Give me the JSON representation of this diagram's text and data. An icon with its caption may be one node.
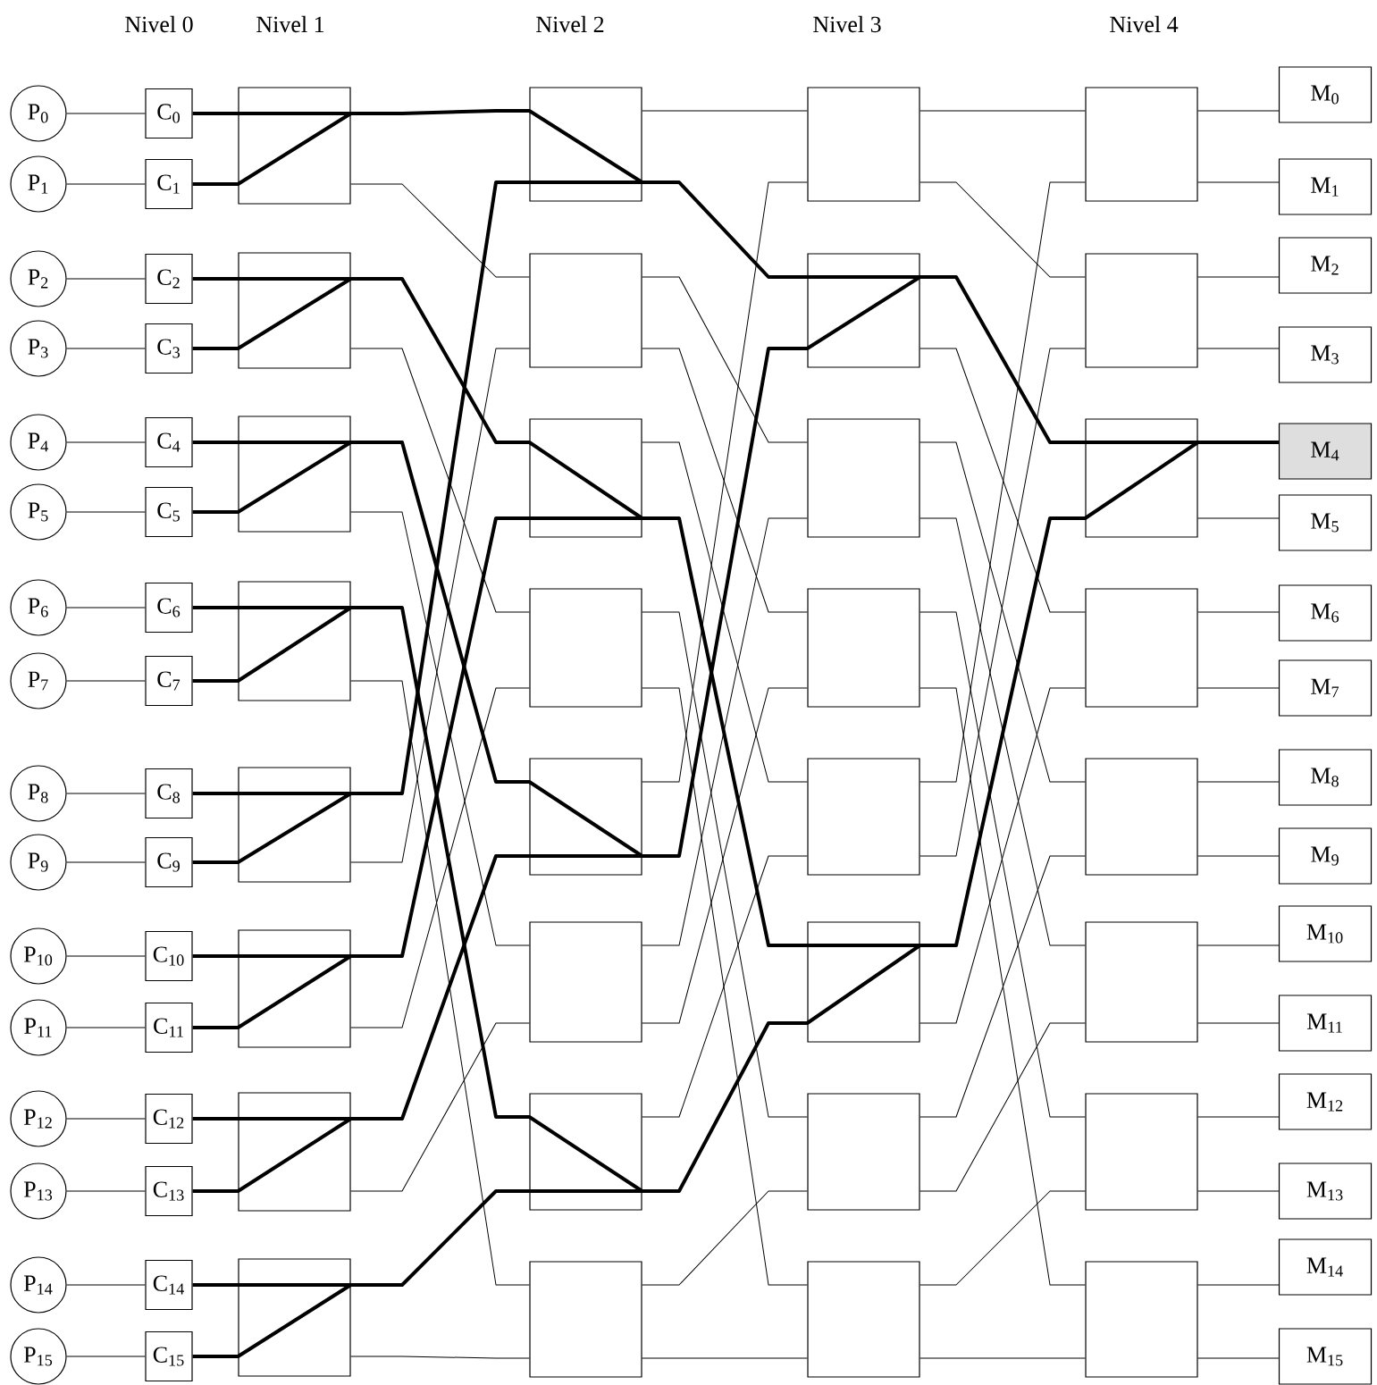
{
  "diagram": {
    "nodes": [
      {
        "text": [
          "P$_{0}$"
        ]
      },
      {
        "text": [
          "P$_{1}$"
        ]
      },
      {
        "text": [
          "P$_{2}$"
        ]
      },
      {
        "text": [
          "P$_{3}$"
        ]
      },
      {
        "text": [
          "P$_{4}$"
        ]
      },
      {
        "text": [
          "P$_{5}$"
        ]
      },
      {
        "text": [
          "P$_{6}$"
        ]
      },
      {
        "text": [
          "P$_{7}$"
        ]
      },
      {
        "text": [
          "P$_{8}$"
        ]
      },
      {
        "text": [
          "P$_{9}$"
        ]
      },
      {
        "text": [
          "P$_{10}$"
        ]
      },
      {
        "text": [
          "P$_{11}$"
        ]
      },
      {
        "text": [
          "P$_{12}$"
        ]
      },
      {
        "text": [
          "P$_{13}$"
        ]
      },
      {
        "text": [
          "P$_{14}$"
        ]
      },
      {
        "text": [
          "P$_{15}$"
        ]
      },
      {
        "text": [
          "C$_{0}$"
        ]
      },
      {
        "text": [
          "C$_{1}$"
        ]
      },
      {
        "text": [
          "C$_{2}$"
        ]
      },
      {
        "text": [
          "C$_{3}$"
        ]
      },
      {
        "text": [
          "C$_{4}$"
        ]
      },
      {
        "text": [
          "C$_{5}$"
        ]
      },
      {
        "text": [
          "C$_{6}$"
        ]
      },
      {
        "text": [
          "C$_{7}$"
        ]
      },
      {
        "text": [
          "C$_{8}$"
        ]
      },
      {
        "text": [
          "C$_{9}$"
        ]
      },
      {
        "text": [
          "C$_{10}$"
        ]
      },
      {
        "text": [
          "C$_{11}$"
        ]
      },
      {
        "text": [
          "C$_{12}$"
        ]
      },
      {
        "text": [
          "C$_{13}$"
        ]
      },
      {
        "text": [
          "C$_{14}$"
        ]
      },
      {
        "text": [
          "C$_{15}$"
        ]
      },
      {
        "text": [],
        "shape": "box"
      },
      {
        "text": [],
        "shape": "box"
      },
      {
        "text": [],
        "shape": "box"
      },
      {
        "text": [],
        "shape": "box"
      },
      {
        "text": [],
        "shape": "box"
      },
      {
        "text": [],
        "shape": "box"
      },
      {
        "text": [],
        "shape": "box"
      },
      {
        "text": [],
        "shape": "box"
      },
      {
        "text": [],
        "shape": "box"
      },
      {
        "text": [],
        "shape": "box"
      },
      {
        "text": [],
        "shape": "box"
      },
      {
        "text": [],
        "shape": "box"
      },
      {
        "text": [],
        "shape": "box"
      },
      {
        "text": [],
        "shape": "box"
      },
      {
        "text": [],
        "shape": "box"
      },
      {
        "text": [],
        "shape": "box"
      },
      {
        "text": [],
        "shape": "box"
      },
      {
        "text": [],
        "shape": "box"
      },
      {
        "text": [],
        "shape": "box"
      },
      {
        "text": [],
        "shape": "box"
      },
      {
        "text": [],
        "shape": "box"
      },
      {
        "text": [],
        "shape": "box"
      },
      {
        "text": [],
        "shape": "box"
      },
      {
        "text": [],
        "shape": "box"
      },
      {
        "text": [],
        "shape": "box"
      },
      {
        "text": [],
        "shape": "box"
      },
      {
        "text": [],
        "shape": "box"
      },
      {
        "text": [],
        "shape": "box"
      },
      {
        "text": [],
        "shape": "box"
      },
      {
        "text": [],
        "shape": "box"
      },
      {
        "text": [],
        "shape": "box"
      },
      {
        "text": [],
        "shape": "box"
      },
      {
        "text": [
          "M$_{0}$"
        ]
      },
      {
        "text": [
          "M$_{1}$"
        ]
      },
      {
        "text": [
          "M$_{2}$"
        ]
      },
      {
        "text": [
          "M$_{3}$"
        ]
      },
      {
        "text": [
          "M$_{4}$"
        ]
      },
      {
        "text": [
          "M$_{5}$"
        ]
      },
      {
        "text": [
          "M$_{6}$"
        ]
      },
      {
        "text": [
          "M$_{7}$"
        ]
      },
      {
        "text": [
          "M$_{8}$"
        ]
      },
      {
        "text": [
          "M$_{9}$"
        ]
      },
      {
        "text": [
          "M$_{10}$"
        ]
      },
      {
        "text": [
          "M$_{11}$"
        ]
      },
      {
        "text": [
          "M$_{12}$"
        ]
      },
      {
        "text": [
          "M$_{13}$"
        ]
      },
      {
        "text": [
          "M$_{14}$"
        ]
      },
      {
        "text": [
          "M$_{15}$"
        ]
      }
    ],
    "edges": [
      {
        "from": 0,
        "to": 16,
        "arrow": "none"
      },
      {
        "from": 1,
        "to": 17,
        "arrow": "none"
      },
      {
        "from": 2,
        "to": 18,
        "arrow": "none"
      },
      {
        "from": 3,
        "to": 19,
        "arrow": "none"
      },
      {
        "from": 4,
        "to": 20,
        "arrow": "none"
      },
      {
        "from": 5,
        "to": 21,
        "arrow": "none"
      },
      {
        "from": 6,
        "to": 22,
        "arrow": "none"
      },
      {
        "from": 7,
        "to": 23,
        "arrow": "none"
      },
      {
        "from": 8,
        "to": 24,
        "arrow": "none"
      },
      {
        "from": 9,
        "to": 25,
        "arrow": "none"
      },
      {
        "from": 10,
        "to": 26,
        "arrow": "none"
      },
      {
        "from": 11,
        "to": 27,
        "arrow": "none"
      },
      {
        "from": 12,
        "to": 28,
        "arrow": "none"
      },
      {
        "from": 13,
        "to": 29,
        "arrow": "none"
      },
      {
        "from": 14,
        "to": 30,
        "arrow": "none"
      },
      {
        "from": 15,
        "to": 31,
        "arrow": "none"
      },
      {
        "from": 16,
        "to": 32,
        "arrow": "none",
        "style": "thick"
      },
      {
        "from": 17,
        "to": 32,
        "arrow": "none",
        "style": "thick"
      },
      {
        "from": 18,
        "to": 33,
        "arrow": "none",
        "style": "thick"
      },
      {
        "from": 19,
        "to": 33,
        "arrow": "none",
        "style": "thick"
      },
      {
        "from": 20,
        "to": 34,
        "arrow": "none",
        "style": "thick"
      },
      {
        "from": 21,
        "to": 34,
        "arrow": "none",
        "style": "thick"
      },
      {
        "from": 22,
        "to": 35,
        "arrow": "none",
        "style": "thick"
      },
      {
        "from": 23,
        "to": 35,
        "arrow": "none",
        "style": "thick"
      },
      {
        "from": 24,
        "to": 36,
        "arrow": "none",
        "style": "thick"
      },
      {
        "from": 25,
        "to": 36,
        "arrow": "none",
        "style": "thick"
      },
      {
        "from": 26,
        "to": 37,
        "arrow": "none",
        "style": "thick"
      },
      {
        "from": 27,
        "to": 37,
        "arrow": "none",
        "style": "thick"
      },
      {
        "from": 28,
        "to": 38,
        "arrow": "none",
        "style": "thick"
      },
      {
        "from": 29,
        "to": 38,
        "arrow": "none",
        "style": "thick"
      },
      {
        "from": 30,
        "to": 39,
        "arrow": "none",
        "style": "thick"
      },
      {
        "from": 31,
        "to": 39,
        "arrow": "none",
        "style": "thick"
      },
      {
        "from": 32,
        "to": 40,
        "arrow": "none",
        "style": "thick"
      },
      {
        "from": 32,
        "to": 41,
        "arrow": "none"
      },
      {
        "from": 33,
        "to": 42,
        "arrow": "none",
        "style": "thick"
      },
      {
        "from": 33,
        "to": 43,
        "arrow": "none"
      },
      {
        "from": 34,
        "to": 44,
        "arrow": "none",
        "style": "thick"
      },
      {
        "from": 34,
        "to": 45,
        "arrow": "none"
      },
      {
        "from": 35,
        "to": 46,
        "arrow": "none",
        "style": "thick"
      },
      {
        "from": 35,
        "to": 47,
        "arrow": "none"
      },
      {
        "from": 36,
        "to": 40,
        "arrow": "none",
        "style": "thick"
      },
      {
        "from": 36,
        "to": 41,
        "arrow": "none"
      },
      {
        "from": 37,
        "to": 42,
        "arrow": "none",
        "style": "thick"
      },
      {
        "from": 37,
        "to": 43,
        "arrow": "none"
      },
      {
        "from": 38,
        "to": 44,
        "arrow": "none",
        "style": "thick"
      },
      {
        "from": 38,
        "to": 45,
        "arrow": "none"
      },
      {
        "from": 39,
        "to": 46,
        "arrow": "none",
        "style": "thick"
      },
      {
        "from": 39,
        "to": 47,
        "arrow": "none"
      },
      {
        "from": 40,
        "to": 48,
        "arrow": "none"
      },
      {
        "from": 40,
        "to": 49,
        "arrow": "none",
        "style": "thick"
      },
      {
        "from": 41,
        "to": 50,
        "arrow": "none"
      },
      {
        "from": 41,
        "to": 51,
        "arrow": "none"
      },
      {
        "from": 42,
        "to": 52,
        "arrow": "none"
      },
      {
        "from": 42,
        "to": 53,
        "arrow": "none",
        "style": "thick"
      },
      {
        "from": 43,
        "to": 54,
        "arrow": "none"
      },
      {
        "from": 43,
        "to": 55,
        "arrow": "none"
      },
      {
        "from": 44,
        "to": 48,
        "arrow": "none"
      },
      {
        "from": 44,
        "to": 49,
        "arrow": "none",
        "style": "thick"
      },
      {
        "from": 45,
        "to": 50,
        "arrow": "none"
      },
      {
        "from": 45,
        "to": 51,
        "arrow": "none"
      },
      {
        "from": 46,
        "to": 52,
        "arrow": "none"
      },
      {
        "from": 46,
        "to": 53,
        "arrow": "none",
        "style": "thick"
      },
      {
        "from": 47,
        "to": 54,
        "arrow": "none"
      },
      {
        "from": 47,
        "to": 55,
        "arrow": "none"
      },
      {
        "from": 48,
        "to": 56,
        "arrow": "none"
      },
      {
        "from": 48,
        "to": 57,
        "arrow": "none"
      },
      {
        "from": 49,
        "to": 58,
        "arrow": "none",
        "style": "thick"
      },
      {
        "from": 49,
        "to": 59,
        "arrow": "none"
      },
      {
        "from": 50,
        "to": 60,
        "arrow": "none"
      },
      {
        "from": 50,
        "to": 61,
        "arrow": "none"
      },
      {
        "from": 51,
        "to": 62,
        "arrow": "none"
      },
      {
        "from": 51,
        "to": 63,
        "arrow": "none"
      },
      {
        "from": 52,
        "to": 56,
        "arrow": "none"
      },
      {
        "from": 52,
        "to": 57,
        "arrow": "none"
      },
      {
        "from": 53,
        "to": 58,
        "arrow": "none",
        "style": "thick"
      },
      {
        "from": 53,
        "to": 59,
        "arrow": "none"
      },
      {
        "from": 54,
        "to": 60,
        "arrow": "none"
      },
      {
        "from": 54,
        "to": 61,
        "arrow": "none"
      },
      {
        "from": 55,
        "to": 62,
        "arrow": "none"
      },
      {
        "from": 55,
        "to": 63,
        "arrow": "none"
      },
      {
        "from": 56,
        "to": 64,
        "arrow": "none"
      },
      {
        "from": 56,
        "to": 65,
        "arrow": "none"
      },
      {
        "from": 57,
        "to": 66,
        "arrow": "none"
      },
      {
        "from": 57,
        "to": 67,
        "arrow": "none"
      },
      {
        "from": 58,
        "to": 68,
        "arrow": "none",
        "style": "thick"
      },
      {
        "from": 58,
        "to": 69,
        "arrow": "none"
      },
      {
        "from": 59,
        "to": 70,
        "arrow": "none"
      },
      {
        "from": 59,
        "to": 71,
        "arrow": "none"
      },
      {
        "from": 60,
        "to": 72,
        "arrow": "none"
      },
      {
        "from": 60,
        "to": 73,
        "arrow": "none"
      },
      {
        "from": 61,
        "to": 74,
        "arrow": "none"
      },
      {
        "from": 61,
        "to": 75,
        "arrow": "none"
      },
      {
        "from": 62,
        "to": 76,
        "arrow": "none"
      },
      {
        "from": 62,
        "to": 77,
        "arrow": "none"
      },
      {
        "from": 63,
        "to": 78,
        "arrow": "none"
      },
      {
        "from": 63,
        "to": 79,
        "arrow": "none"
      }
    ],
    "labels": [
      "Nivel 0",
      "Nivel 1",
      "Nivel 2",
      "Nivel 3",
      "Nivel 4"
    ]
  }
}
